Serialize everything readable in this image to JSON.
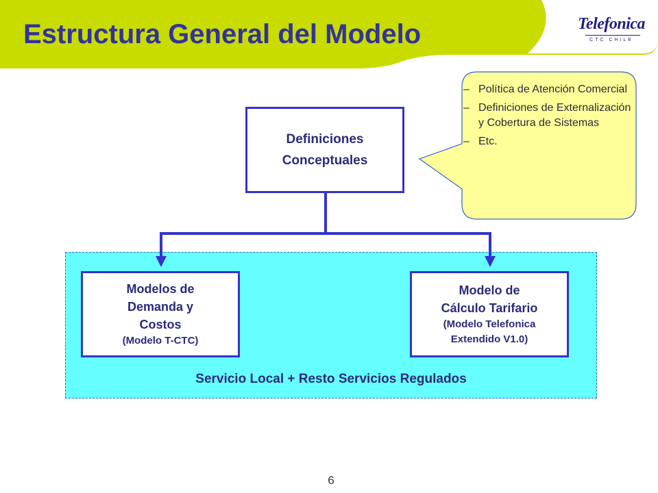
{
  "slide": {
    "title": "Estructura General del Modelo",
    "page_number": "6"
  },
  "logo": {
    "wordmark": "Telefonica",
    "subtitle": "CTC CHILE"
  },
  "colors": {
    "header_green": "#c8dc00",
    "title_blue": "#333399",
    "box_border": "#3333cc",
    "region_fill": "#66ffff",
    "callout_fill": "#ffff99"
  },
  "nodes": {
    "definiciones": {
      "lines": [
        "Definiciones",
        "Conceptuales"
      ]
    },
    "demanda": {
      "lines": [
        "Modelos de",
        "Demanda y",
        "Costos"
      ],
      "sub": "(Modelo T-CTC)"
    },
    "tarifario": {
      "lines": [
        "Modelo de",
        "Cálculo Tarifario"
      ],
      "sub_lines": [
        "(Modelo Telefonica",
        "Extendido V1.0)"
      ]
    }
  },
  "region": {
    "label": "Servicio Local + Resto Servicios Regulados"
  },
  "callout": {
    "items": [
      "Política de Atención Comercial",
      "Definiciones de Externalización y Cobertura de Sistemas",
      "Etc."
    ]
  }
}
